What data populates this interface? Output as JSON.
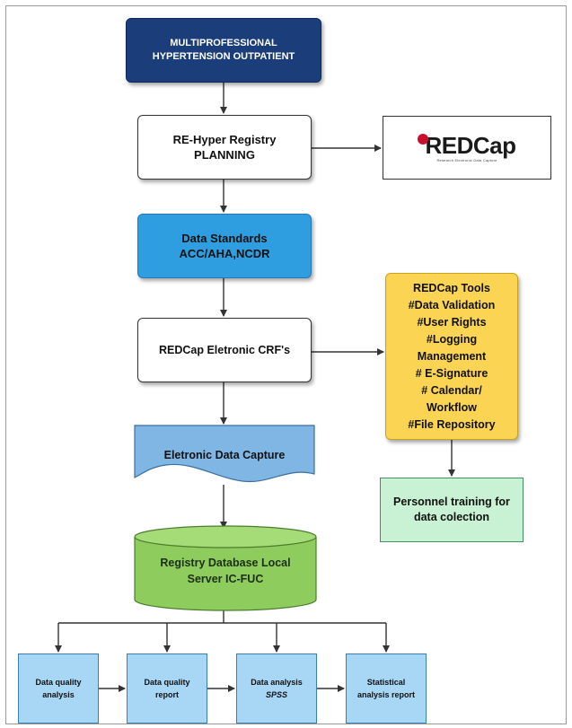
{
  "nodes": {
    "top": "MULTIPROFESSIONAL\nHYPERTENSION OUTPATIENT",
    "planning": "RE-Hyper Registry\nPLANNING",
    "redcap_logo_word": "REDCap",
    "redcap_logo_tagline": "Research Electronic Data Capture",
    "standards": "Data Standards\nACC/AHA,NCDR",
    "crf": "REDCap Eletronic CRF's",
    "tools": "REDCap Tools\n#Data Validation\n#User Rights\n#Logging\nManagement\n# E-Signature\n# Calendar/\nWorkflow\n#File Repository",
    "training": "Personnel training for\ndata colection",
    "capture": "Eletronic Data Capture",
    "database": "Registry Database Local\nServer IC-FUC"
  },
  "bottom": {
    "b1": "Data quality\nanalysis",
    "b2": "Data quality\nreport",
    "b3_title": "Data analysis",
    "b3_sub": "SPSS",
    "b4": "Statistical\nanalysis report"
  },
  "colors": {
    "top": "#1b3e7a",
    "standards": "#2f9ee0",
    "tools": "#fbd453",
    "training": "#c9f1d3",
    "capture": "#7fb6e3",
    "database": "#8fcc5e",
    "bottom_boxes": "#a8d6f5",
    "redcap_red": "#c8102e"
  }
}
